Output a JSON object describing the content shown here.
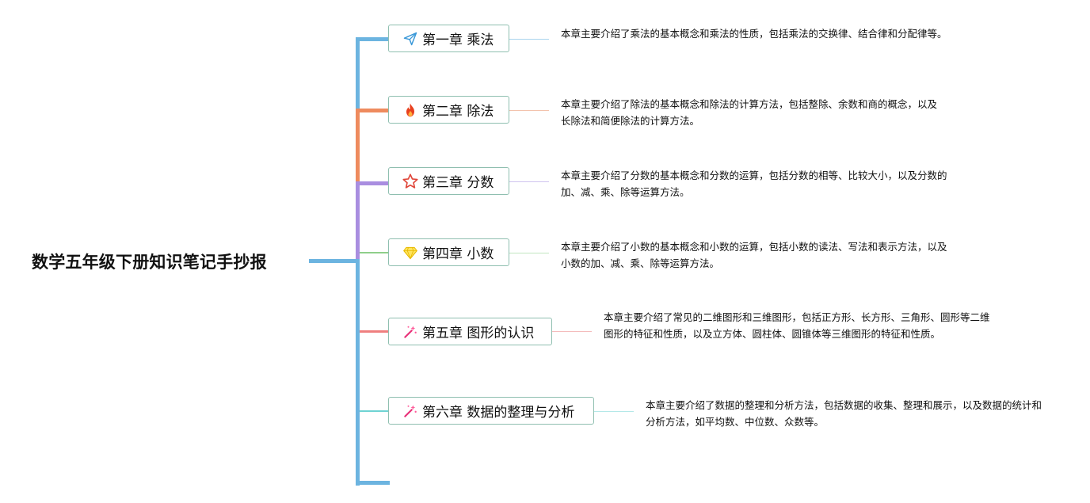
{
  "root": {
    "title": "数学五年级下册知识笔记手抄报"
  },
  "chapters": [
    {
      "label": "第一章 乘法",
      "icon": "paper-plane-icon",
      "branch_color": "#6cb4e0",
      "description": "本章主要介绍了乘法的基本概念和乘法的性质，包括乘法的交换律、结合律和分配律等。"
    },
    {
      "label": "第二章 除法",
      "icon": "fire-icon",
      "branch_color": "#ee8b5e",
      "description": "本章主要介绍了除法的基本概念和除法的计算方法，包括整除、余数和商的概念，以及长除法和简便除法的计算方法。"
    },
    {
      "label": "第三章 分数",
      "icon": "star-icon",
      "branch_color": "#a98ee0",
      "description": "本章主要介绍了分数的基本概念和分数的运算，包括分数的相等、比较大小，以及分数的加、减、乘、除等运算方法。"
    },
    {
      "label": "第四章 小数",
      "icon": "diamond-icon",
      "branch_color": "#8fcf8a",
      "description": "本章主要介绍了小数的基本概念和小数的运算，包括小数的读法、写法和表示方法，以及小数的加、减、乘、除等运算方法。"
    },
    {
      "label": "第五章 图形的认识",
      "icon": "magic-wand-icon",
      "branch_color": "#ef7f7f",
      "description": "本章主要介绍了常见的二维图形和三维图形，包括正方形、长方形、三角形、圆形等二维图形的特征和性质，以及立方体、圆柱体、圆锥体等三维图形的特征和性质。"
    },
    {
      "label": "第六章 数据的整理与分析",
      "icon": "magic-wand-icon",
      "branch_color": "#6fd3d3",
      "description": "本章主要介绍了数据的整理和分析方法，包括数据的收集、整理和展示，以及数据的统计和分析方法，如平均数、中位数、众数等。"
    }
  ]
}
